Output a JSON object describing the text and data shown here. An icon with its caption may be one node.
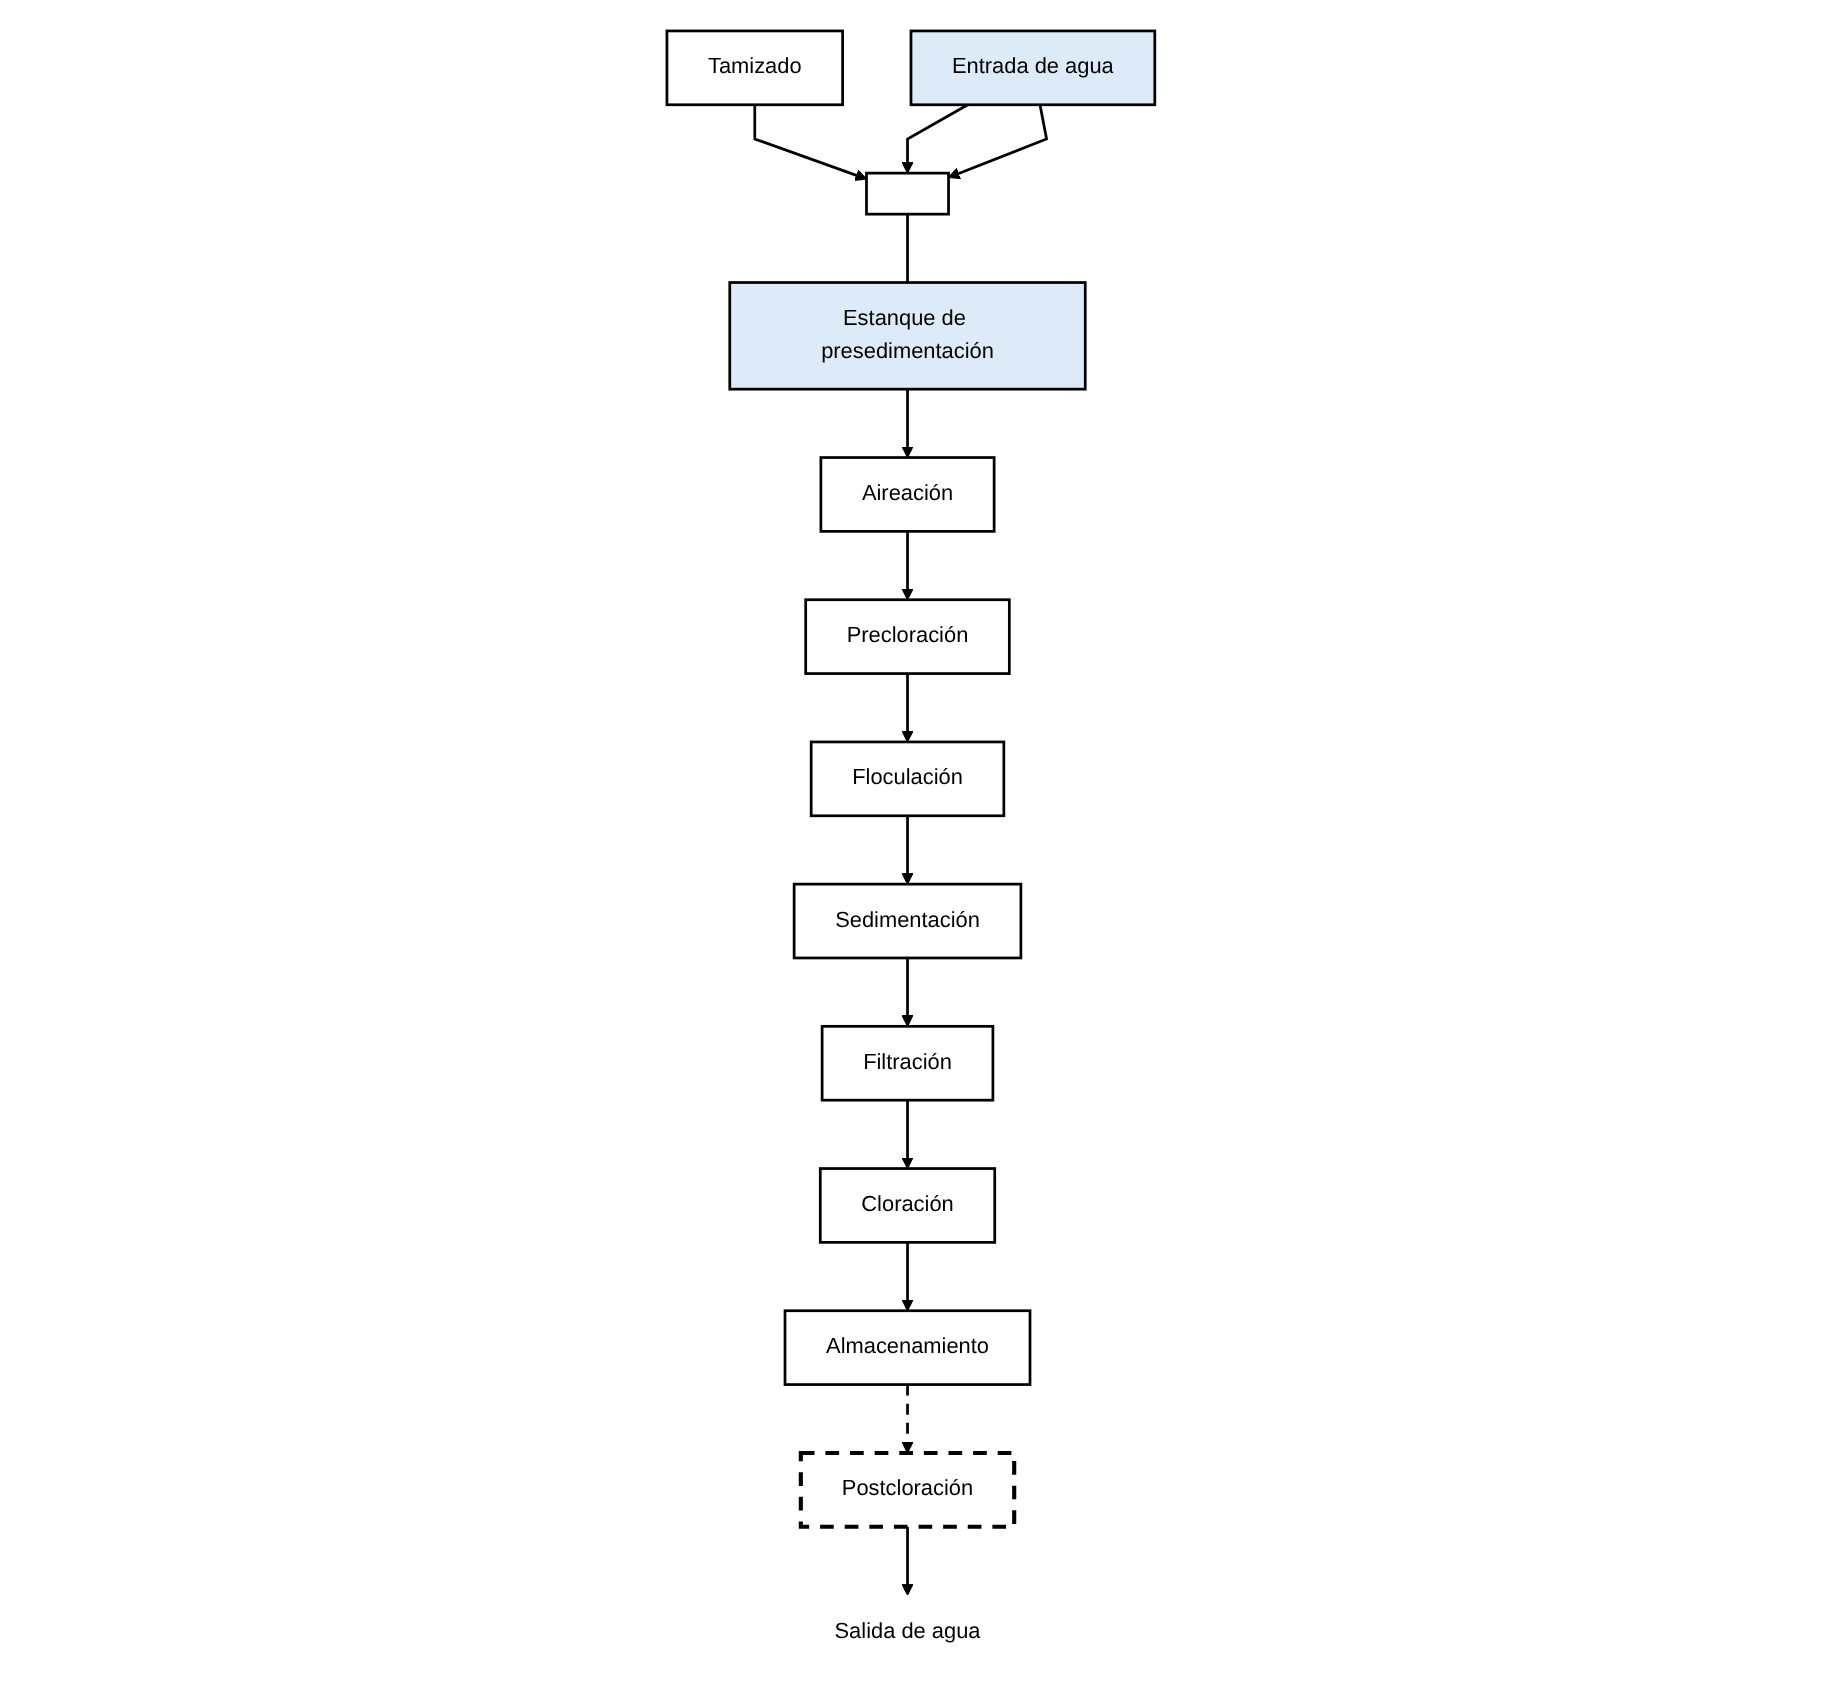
{
  "diagram": {
    "nodes": [
      {
        "text": [
          "Tamizado"
        ]
      },
      {
        "text": [
          "Entrada de agua"
        ]
      },
      {
        "text": [],
        "shape": "box"
      },
      {
        "text": [
          "Estanque de presedimentación"
        ]
      },
      {
        "text": [
          "Aireación"
        ]
      },
      {
        "text": [
          "Precloración"
        ]
      },
      {
        "text": [
          "Floculación"
        ]
      },
      {
        "text": [
          "Sedimentación"
        ]
      },
      {
        "text": [
          "Filtración"
        ]
      },
      {
        "text": [
          "Cloración"
        ]
      },
      {
        "text": [
          "Almacenamiento"
        ]
      },
      {
        "text": [
          "Postcloración"
        ]
      },
      {
        "text": [
          "Salida de agua"
        ]
      }
    ],
    "edges": [
      {
        "from": 0,
        "to": 2,
        "arrow": "to"
      },
      {
        "from": 1,
        "to": 2,
        "arrow": "to"
      },
      {
        "from": 1,
        "to": 2,
        "arrow": "to"
      },
      {
        "from": 2,
        "to": 3,
        "arrow": "none"
      },
      {
        "from": 3,
        "to": 4,
        "arrow": "to"
      },
      {
        "from": 4,
        "to": 5,
        "arrow": "to"
      },
      {
        "from": 5,
        "to": 6,
        "arrow": "to"
      },
      {
        "from": 6,
        "to": 7,
        "arrow": "to"
      },
      {
        "from": 7,
        "to": 8,
        "arrow": "to"
      },
      {
        "from": 8,
        "to": 9,
        "arrow": "to"
      },
      {
        "from": 9,
        "to": 10,
        "arrow": "to"
      },
      {
        "from": 10,
        "to": 11,
        "arrow": "to",
        "style": "dashed"
      },
      {
        "from": 11,
        "to": 12,
        "arrow": "to"
      }
    ]
  }
}
